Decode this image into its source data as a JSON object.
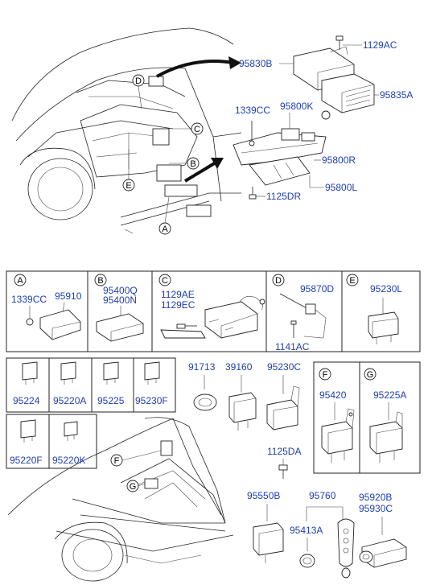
{
  "top": {
    "callout_letters": [
      "D",
      "C",
      "B",
      "E",
      "A"
    ],
    "parts": [
      "1129AC",
      "95830B",
      "95835A",
      "1339CC",
      "95800K",
      "95800R",
      "95800L",
      "1125DR"
    ]
  },
  "panels": {
    "A": {
      "letter": "A",
      "parts": [
        "1339CC",
        "95910"
      ]
    },
    "B": {
      "letter": "B",
      "parts": [
        "95400Q",
        "95400N"
      ]
    },
    "C": {
      "letter": "C",
      "parts": [
        "1129AE",
        "1129EC"
      ]
    },
    "D": {
      "letter": "D",
      "parts": [
        "95870D",
        "1141AC"
      ]
    },
    "E": {
      "letter": "E",
      "parts": [
        "95230L"
      ]
    },
    "F": {
      "letter": "F",
      "parts": [
        "95420"
      ]
    },
    "G": {
      "letter": "G",
      "parts": [
        "95225A"
      ]
    }
  },
  "relay_grid": {
    "row1": [
      "95224",
      "95220A",
      "95225",
      "95230F"
    ],
    "row2": [
      "95220F",
      "95220K"
    ]
  },
  "loose_parts": [
    "91713",
    "39160",
    "95230C",
    "1125DA",
    "95550B",
    "95760",
    "95413A",
    "95920B",
    "95930C"
  ],
  "bottom_callouts": [
    "F",
    "G"
  ]
}
